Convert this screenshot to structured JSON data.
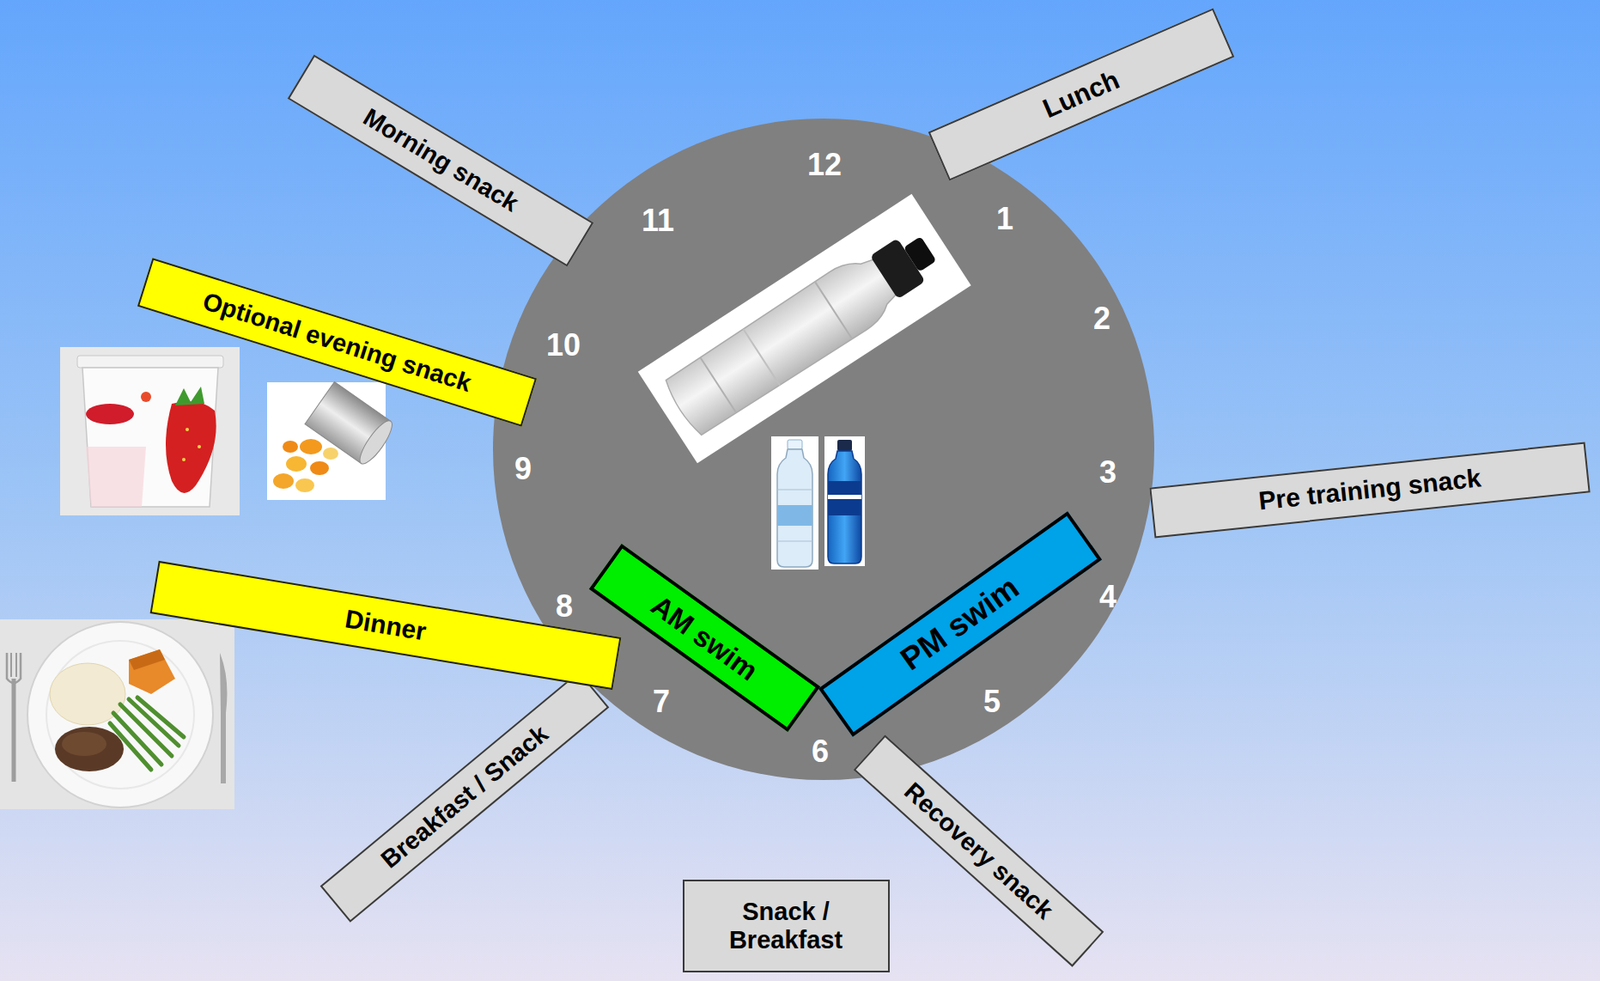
{
  "diagram": {
    "nodes": [
      {
        "text": [
          "Morning snack"
        ]
      },
      {
        "text": [
          "Lunch"
        ]
      },
      {
        "text": [
          "Optional evening snack"
        ]
      },
      {
        "text": [
          "Pre training snack"
        ]
      },
      {
        "text": [
          "Breakfast / Snack"
        ]
      },
      {
        "text": [
          "Dinner"
        ]
      },
      {
        "text": [
          "AM swim"
        ]
      },
      {
        "text": [
          "PM swim"
        ]
      },
      {
        "text": [
          "Recovery snack"
        ]
      },
      {
        "text": [
          "Snack / Breakfast"
        ]
      }
    ],
    "labels": [
      "12",
      "1",
      "2",
      "3",
      "4",
      "5",
      "6",
      "7",
      "8",
      "9",
      "10",
      "11"
    ]
  }
}
